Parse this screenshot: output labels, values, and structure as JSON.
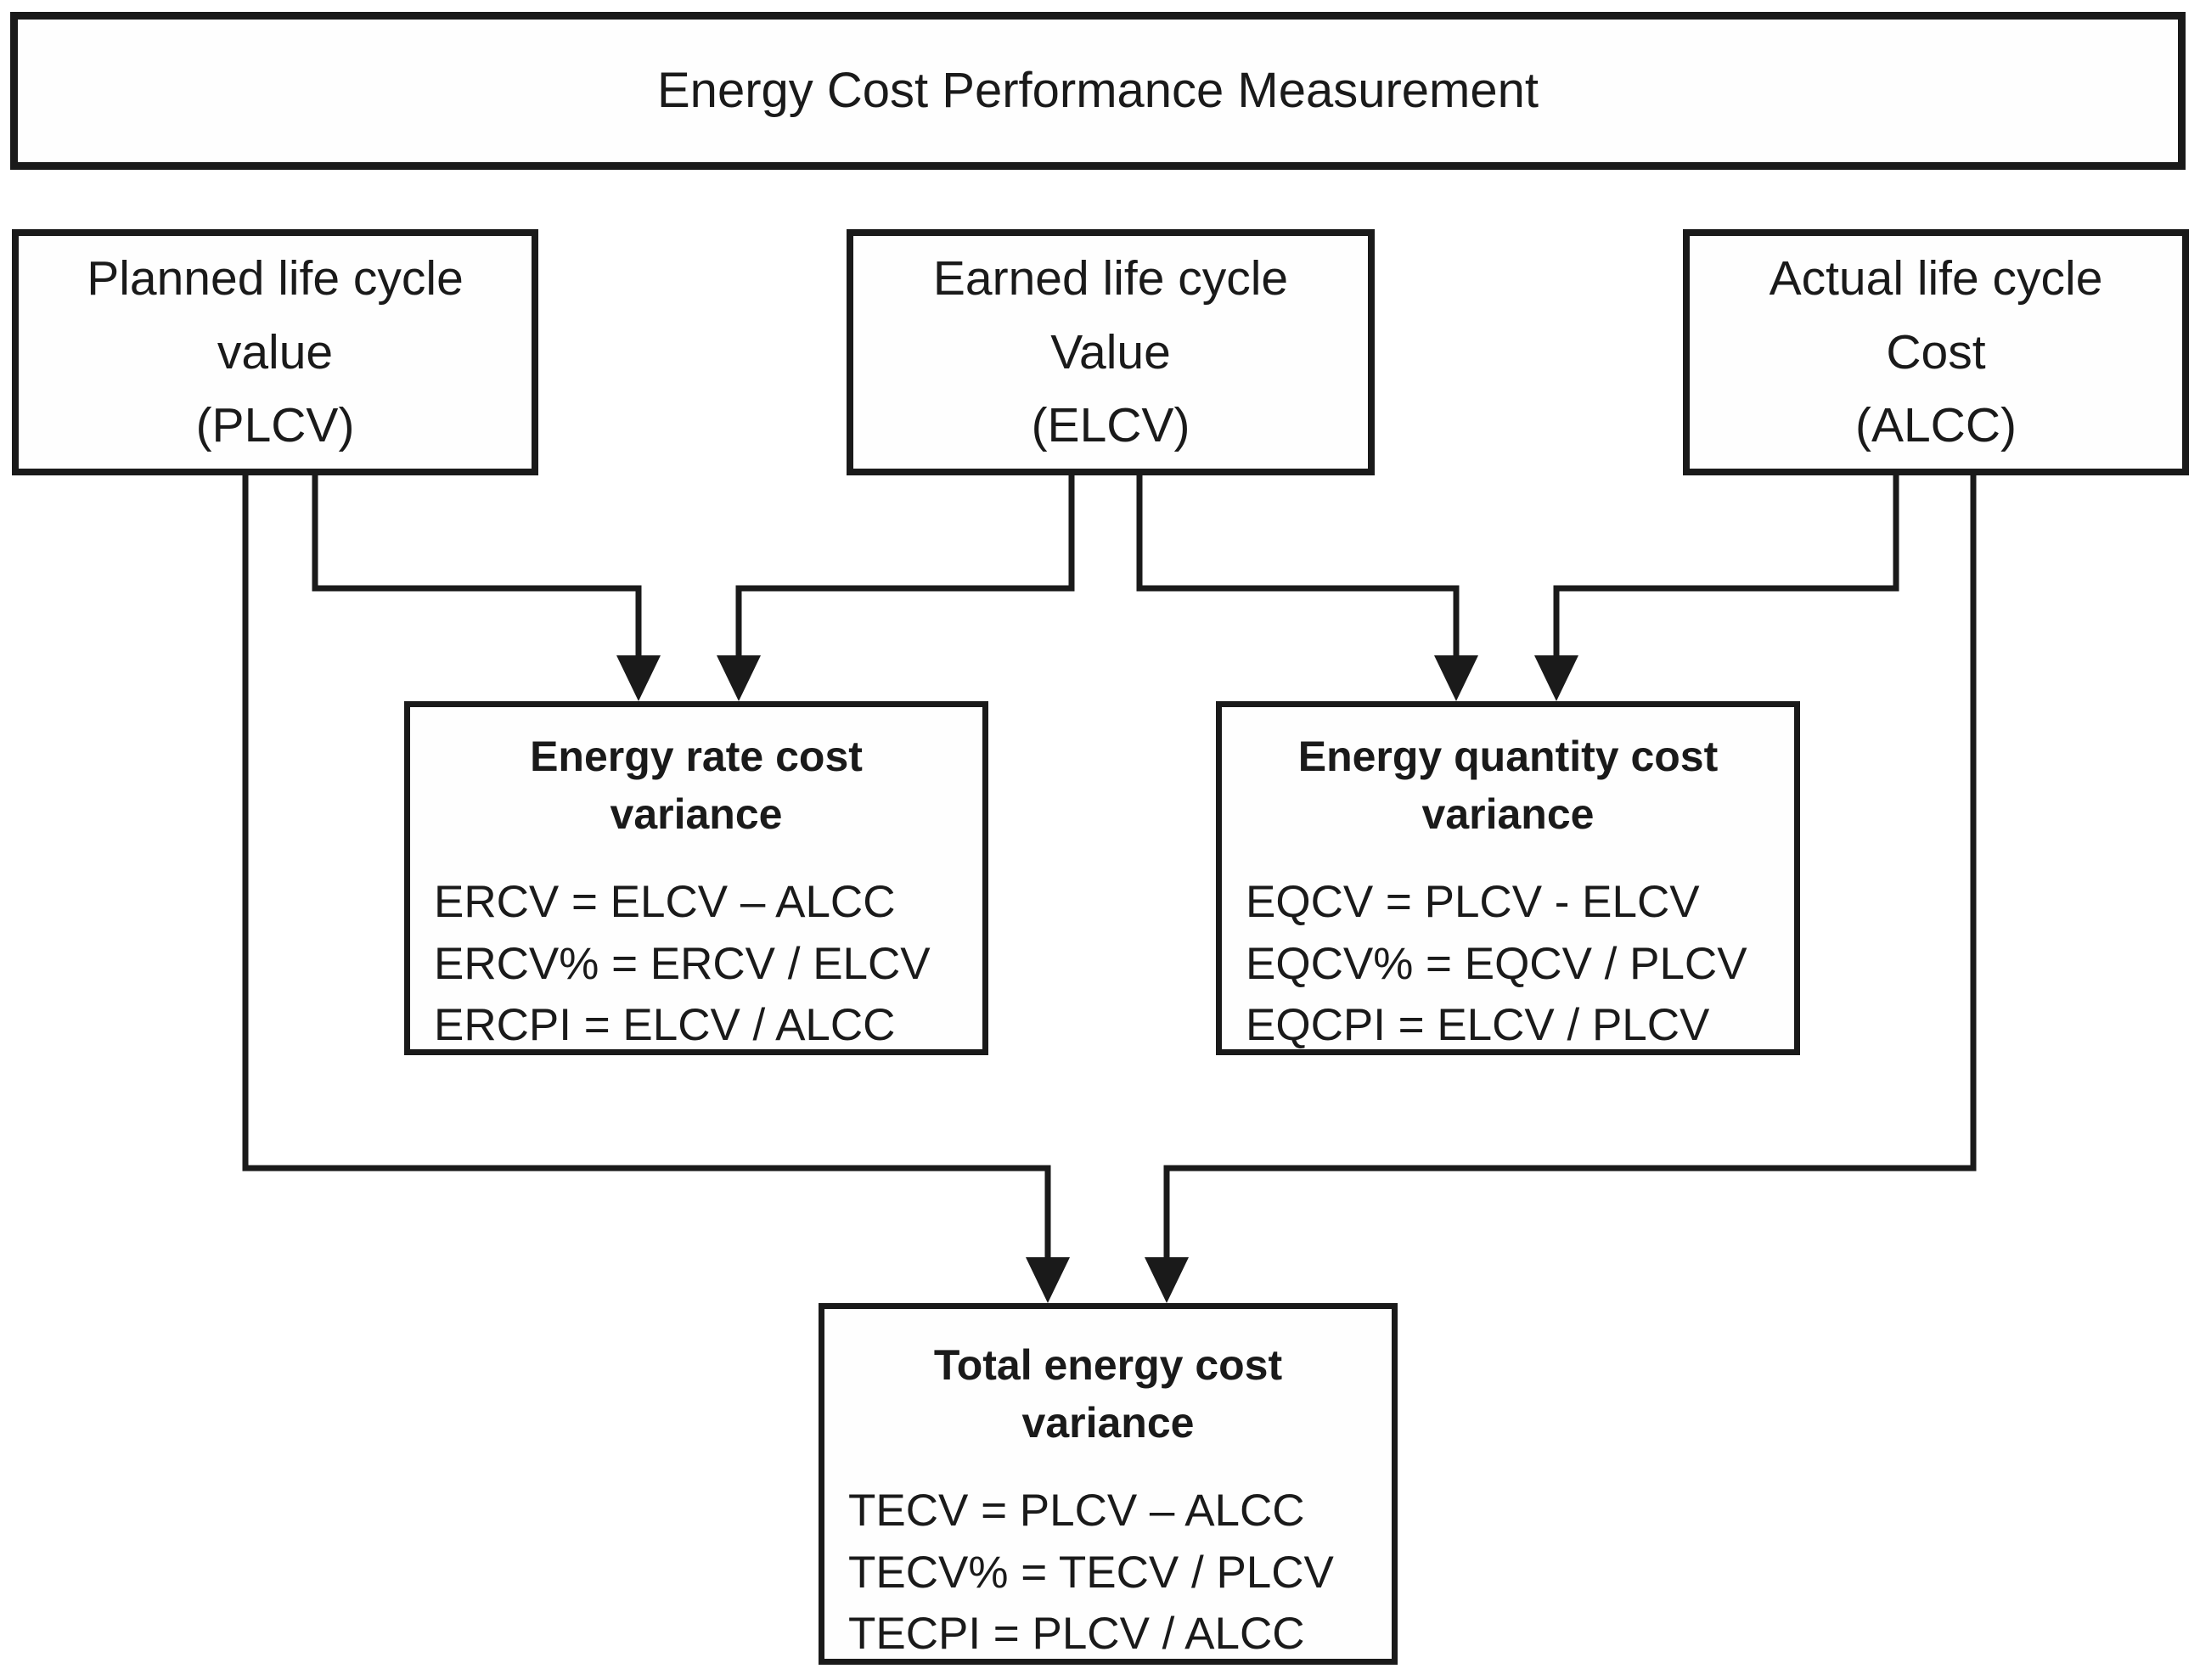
{
  "diagram": {
    "title": "Energy Cost Performance Measurement",
    "nodes": {
      "plcv": {
        "lines": [
          "Planned life cycle",
          "value",
          "(PLCV)"
        ]
      },
      "elcv": {
        "lines": [
          "Earned life cycle",
          "Value",
          "(ELCV)"
        ]
      },
      "alcc": {
        "lines": [
          "Actual life cycle",
          "Cost",
          "(ALCC)"
        ]
      },
      "ercv": {
        "title_lines": [
          "Energy rate cost",
          "variance"
        ],
        "formulas": [
          "ERCV = ELCV – ALCC",
          "ERCV% = ERCV / ELCV",
          "ERCPI = ELCV / ALCC"
        ]
      },
      "eqcv": {
        "title_lines": [
          "Energy quantity cost",
          "variance"
        ],
        "formulas": [
          "EQCV = PLCV - ELCV",
          "EQCV% = EQCV / PLCV",
          "EQCPI = ELCV / PLCV"
        ]
      },
      "total": {
        "title_lines": [
          "Total energy cost",
          "variance"
        ],
        "formulas": [
          "TECV = PLCV – ALCC",
          "TECV% = TECV / PLCV",
          "TECPI = PLCV / ALCC"
        ]
      }
    },
    "edges": [
      {
        "from": "PLCV",
        "to": "Energy rate cost variance"
      },
      {
        "from": "ELCV",
        "to": "Energy rate cost variance"
      },
      {
        "from": "ELCV",
        "to": "Energy quantity cost variance"
      },
      {
        "from": "ALCC",
        "to": "Energy quantity cost variance"
      },
      {
        "from": "PLCV",
        "to": "Total energy cost variance"
      },
      {
        "from": "ALCC",
        "to": "Total energy cost variance"
      }
    ],
    "colors": {
      "line": "#1a1a1a",
      "background": "#ffffff",
      "box_fill": "#fefefe",
      "text": "#1a1a1a"
    }
  }
}
